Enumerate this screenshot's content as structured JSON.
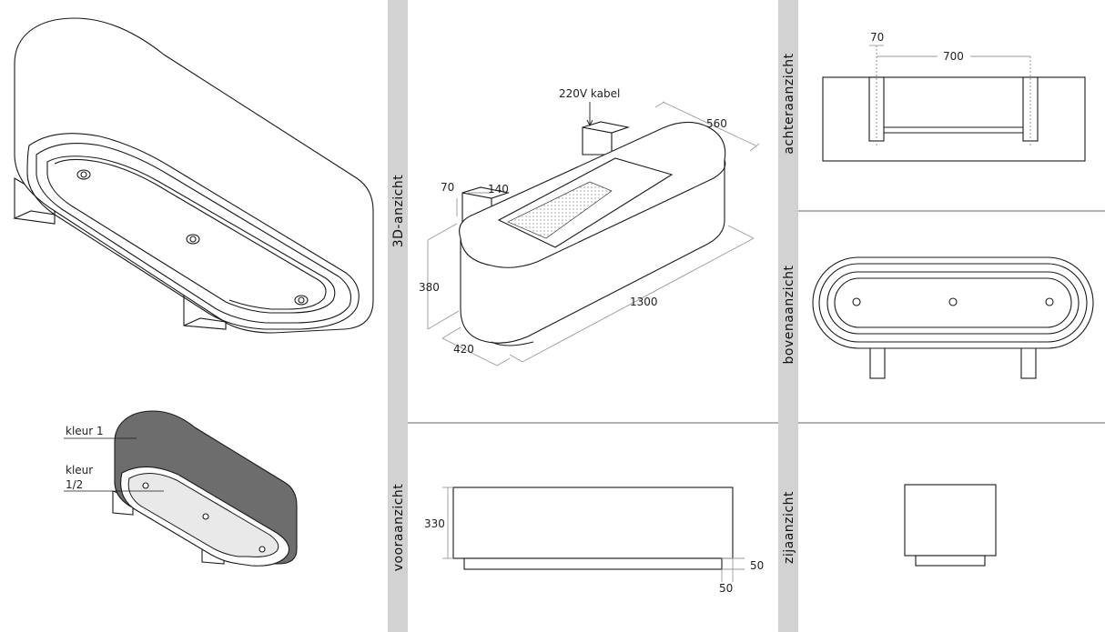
{
  "sections": {
    "view_3d": "3D-anzicht",
    "view_back": "achteraanzicht",
    "view_top": "bovenaanzicht",
    "view_front": "vooraanzicht",
    "view_side": "zijaanzicht"
  },
  "colour_legend": {
    "colour_1": "kleur 1",
    "colour_12_line1": "kleur",
    "colour_12_line2": "1/2"
  },
  "dimensions_3d": {
    "cable": "220V kabel",
    "depth": "560",
    "bracket_70": "70",
    "bracket_140": "140",
    "height": "380",
    "length": "1300",
    "width": "420"
  },
  "dimensions_back": {
    "bracket_width": "70",
    "bracket_spacing": "700"
  },
  "dimensions_front": {
    "height": "330",
    "plinth_h": "50",
    "plinth_inset": "50"
  },
  "colors": {
    "divider": "#d2d2d2",
    "line": "#1a1a1a",
    "dim_line": "#9a9a9a",
    "colour_1_fill": "#6d6d6d",
    "colour_12_fill": "#e9e9e9",
    "grille_dot": "#b8b8b8"
  }
}
